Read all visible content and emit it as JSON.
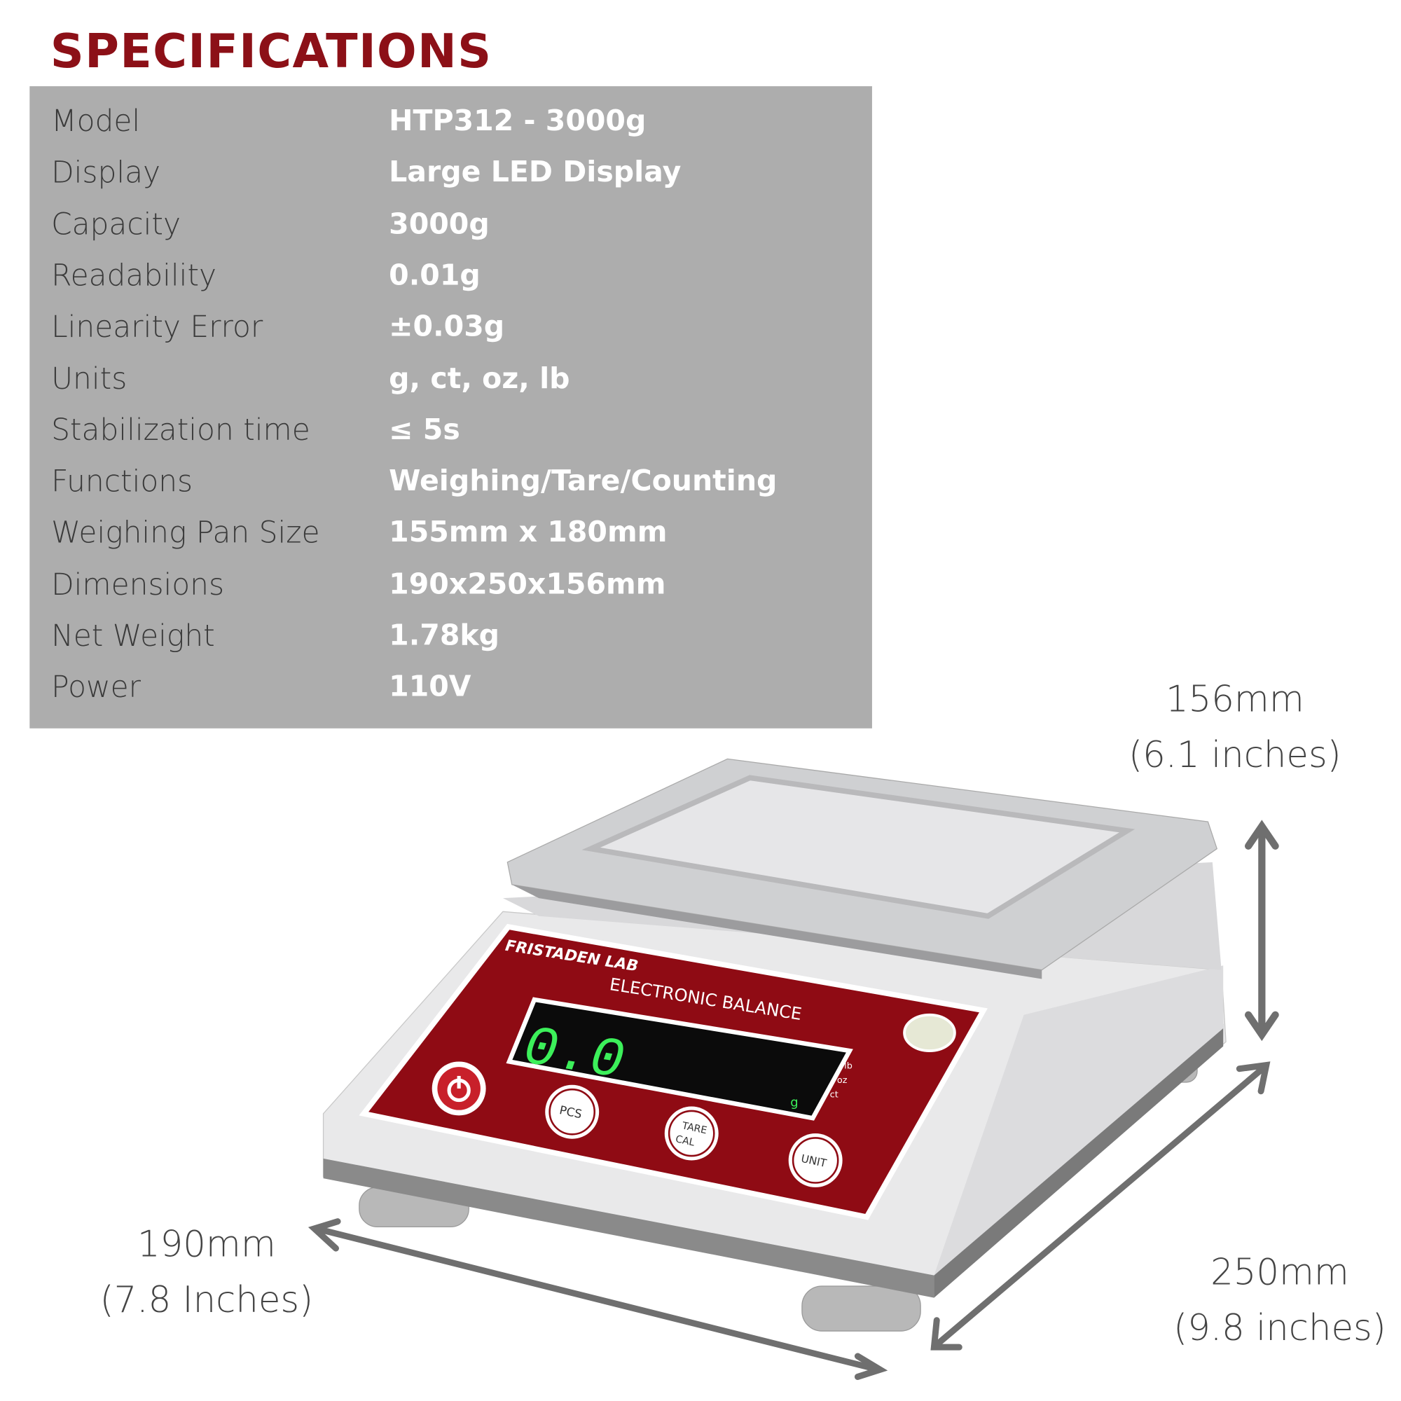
{
  "title": "SPECIFICATIONS",
  "specs": [
    {
      "label": "Model",
      "value": "HTP312 - 3000g"
    },
    {
      "label": "Display",
      "value": "Large LED Display"
    },
    {
      "label": "Capacity",
      "value": "3000g"
    },
    {
      "label": "Readability",
      "value": "0.01g"
    },
    {
      "label": "Linearity Error",
      "value": "±0.03g"
    },
    {
      "label": "Units",
      "value": "g, ct, oz, lb"
    },
    {
      "label": "Stabilization time",
      "value": "≤ 5s"
    },
    {
      "label": "Functions",
      "value": "Weighing/Tare/Counting"
    },
    {
      "label": "Weighing Pan Size",
      "value": "155mm x 180mm"
    },
    {
      "label": "Dimensions",
      "value": "190x250x156mm"
    },
    {
      "label": "Net Weight",
      "value": "1.78kg"
    },
    {
      "label": "Power",
      "value": "110V"
    }
  ],
  "dimensions": {
    "height": {
      "mm": "156mm",
      "in": "(6.1 inches)"
    },
    "width": {
      "mm": "190mm",
      "in": "(7.8 Inches)"
    },
    "depth": {
      "mm": "250mm",
      "in": "(9.8 inches)"
    }
  },
  "product": {
    "brand": "FRISTADEN LAB",
    "panel_label": "ELECTRONIC BALANCE",
    "display_reading": "0.0",
    "display_unit": "g",
    "unit_indicators": [
      "lb",
      "oz",
      "ct"
    ],
    "buttons": {
      "pcs": "PCS",
      "tare": "TARE",
      "cal": "CAL",
      "unit": "UNIT"
    }
  },
  "colors": {
    "accent": "#8c1017",
    "panel": "#adadad",
    "led": "#3cf05a"
  }
}
